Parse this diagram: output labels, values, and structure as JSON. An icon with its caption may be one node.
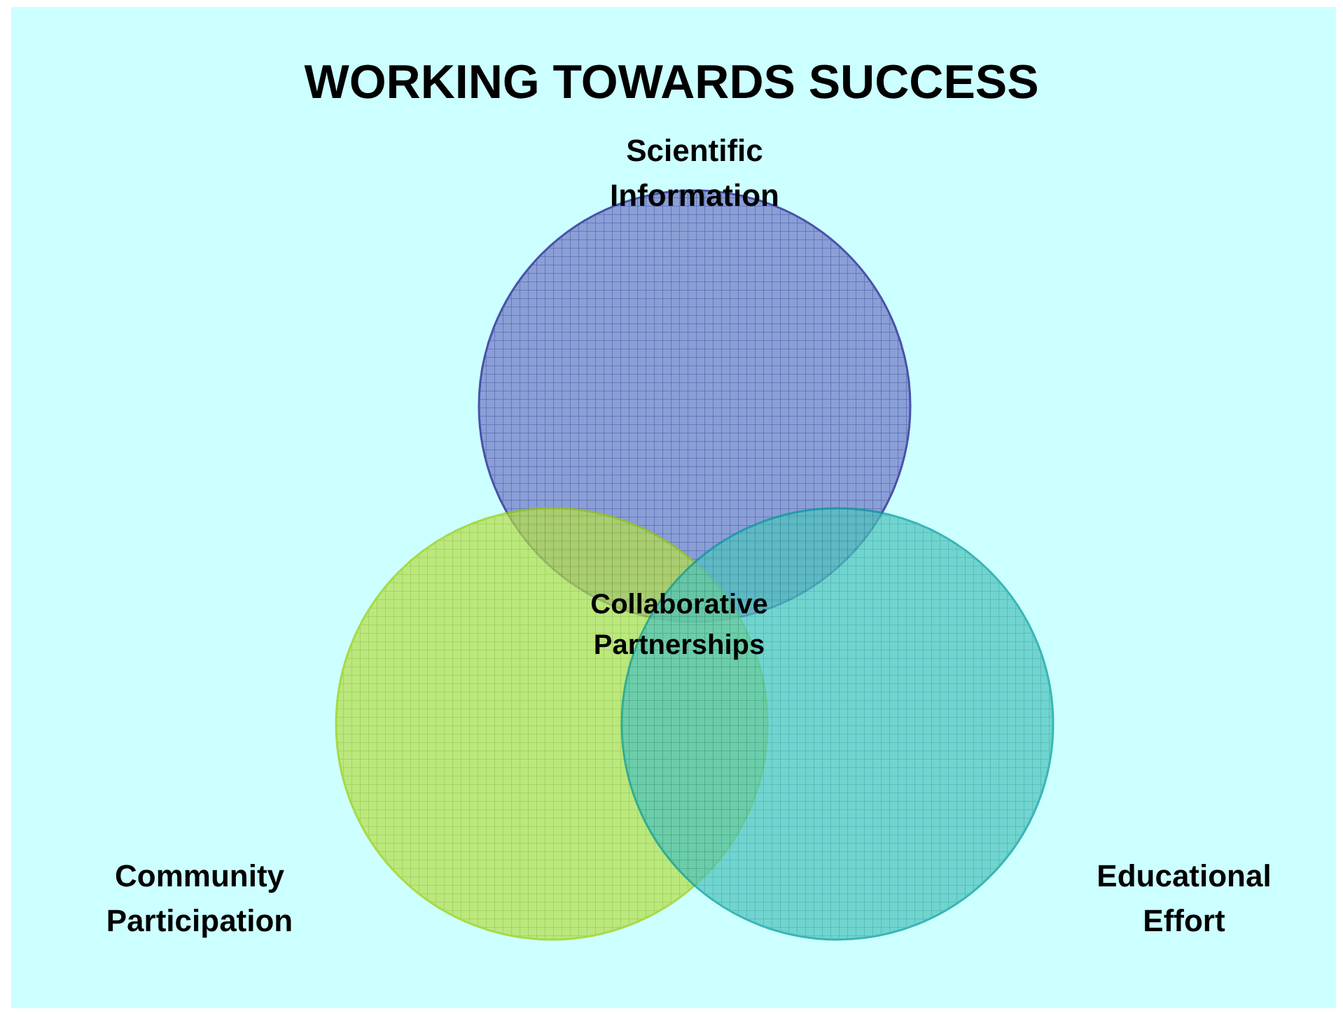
{
  "diagram": {
    "title": "WORKING TOWARDS SUCCESS",
    "nodes": [
      {
        "text": [
          "Scientific Information"
        ]
      },
      {
        "text": [
          "Community Participation"
        ]
      },
      {
        "text": [
          "Educational Effort"
        ]
      }
    ],
    "labels": [
      "Collaborative Partnerships"
    ]
  }
}
